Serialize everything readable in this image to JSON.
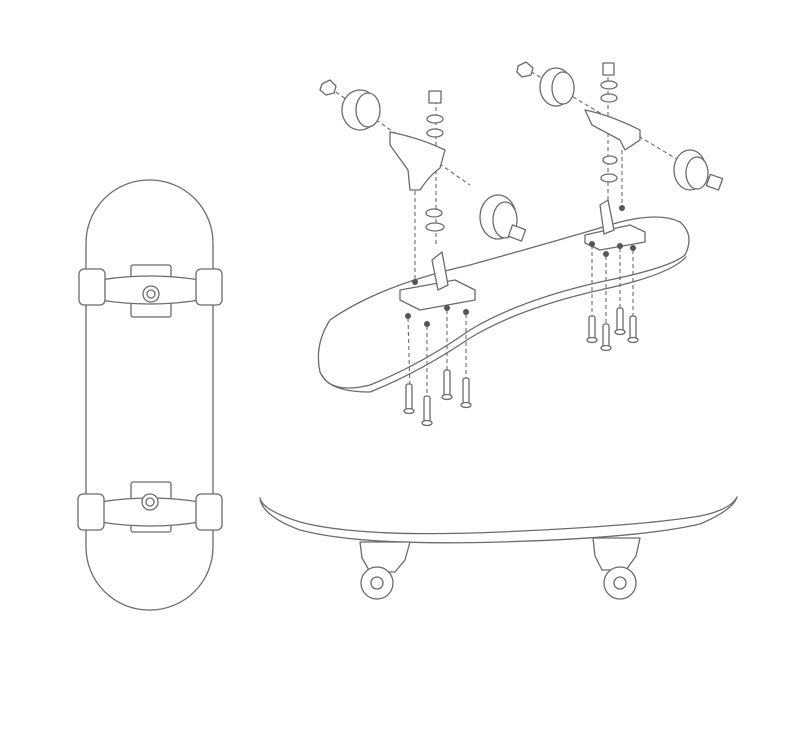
{
  "colors": {
    "stroke": "#6b6b6b",
    "dot": "#555555",
    "background": "#ffffff"
  },
  "views": [
    {
      "view": "top"
    },
    {
      "view": "exploded"
    },
    {
      "view": "side"
    }
  ]
}
